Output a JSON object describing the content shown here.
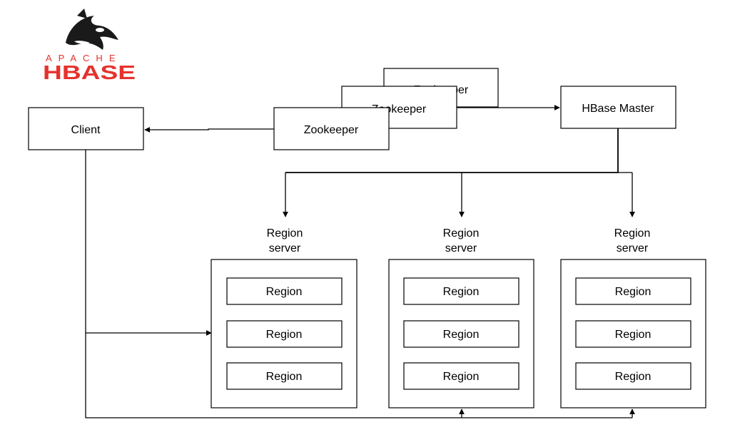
{
  "logo": {
    "apache": "APACHE",
    "hbase": "HBASE",
    "mascot_icon": "orca-icon",
    "color": "#e5322d"
  },
  "client": {
    "label": "Client"
  },
  "zookeepers": [
    {
      "label": "Zookeeper"
    },
    {
      "label": "Zookeeper"
    },
    {
      "label": "Zookeeper"
    }
  ],
  "master": {
    "label": "HBase Master"
  },
  "region_servers": [
    {
      "title_line1": "Region",
      "title_line2": "server",
      "regions": [
        "Region",
        "Region",
        "Region"
      ]
    },
    {
      "title_line1": "Region",
      "title_line2": "server",
      "regions": [
        "Region",
        "Region",
        "Region"
      ]
    },
    {
      "title_line1": "Region",
      "title_line2": "server",
      "regions": [
        "Region",
        "Region",
        "Region"
      ]
    }
  ]
}
